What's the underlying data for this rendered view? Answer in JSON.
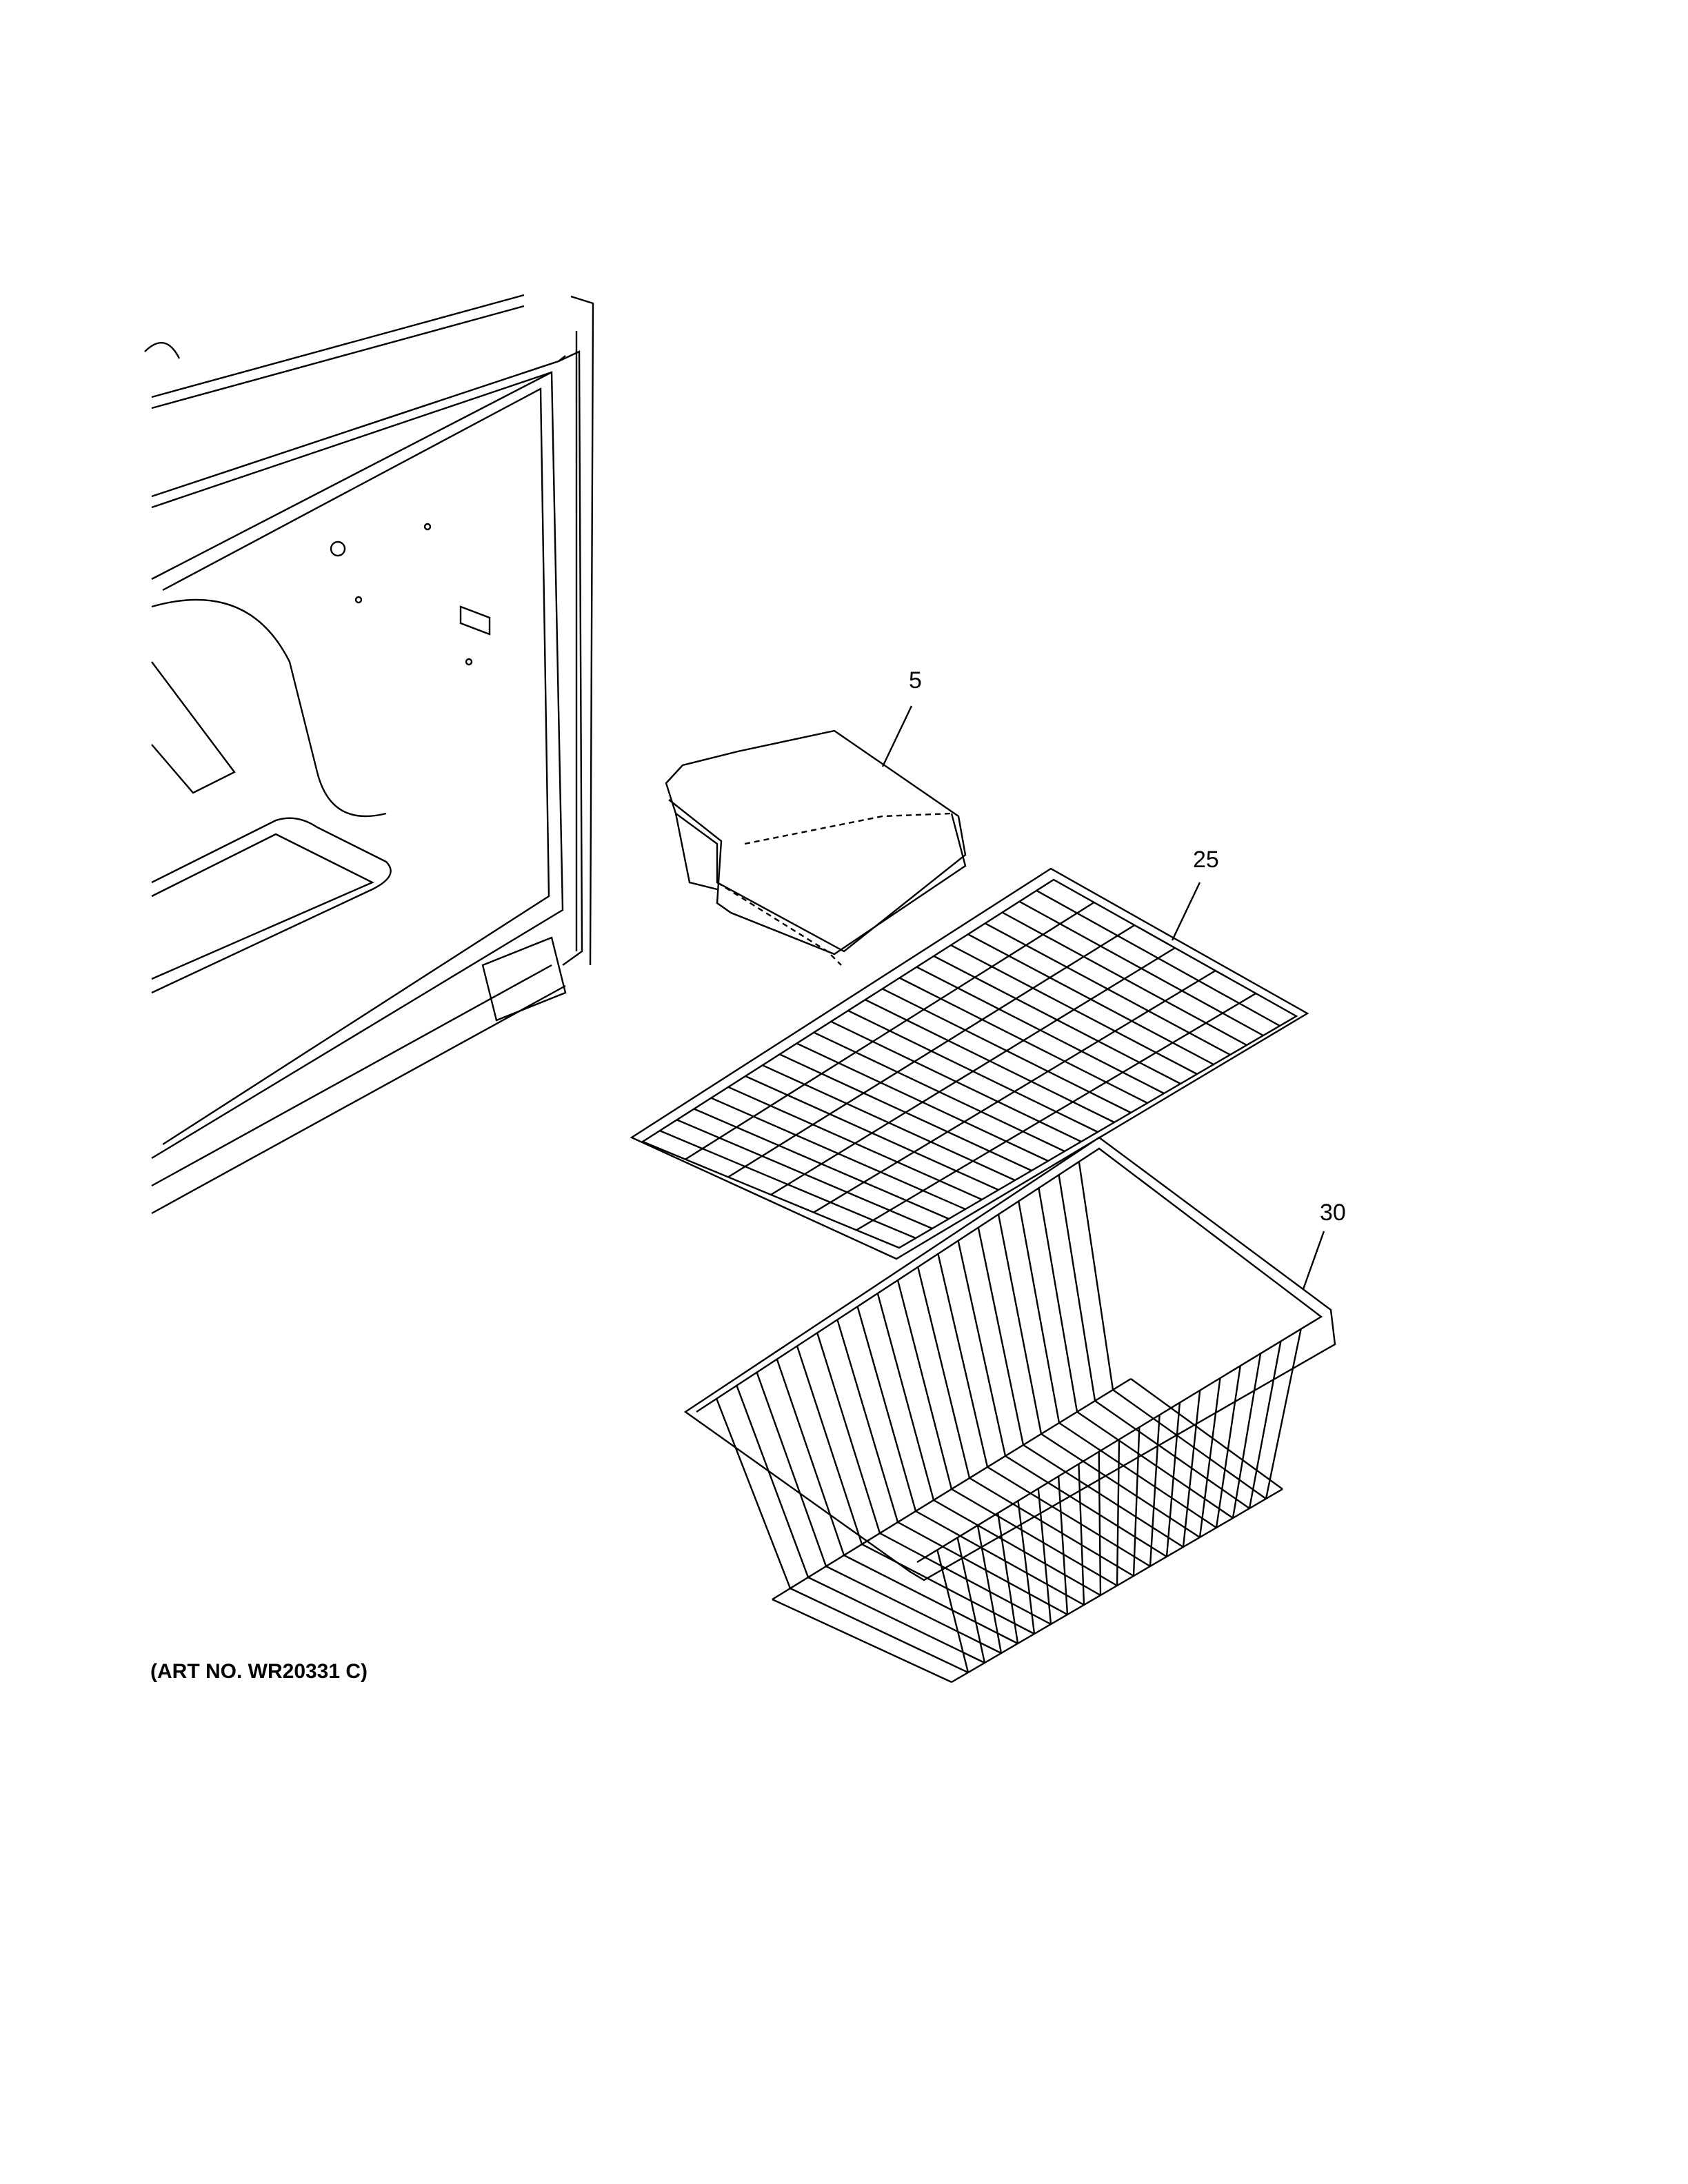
{
  "diagram": {
    "art_number": "(ART NO. WR20331 C)",
    "callouts": [
      {
        "id": "bin",
        "label": "5"
      },
      {
        "id": "shelf",
        "label": "25"
      },
      {
        "id": "basket",
        "label": "30"
      }
    ],
    "line_color": "#000000",
    "background": "#ffffff"
  }
}
